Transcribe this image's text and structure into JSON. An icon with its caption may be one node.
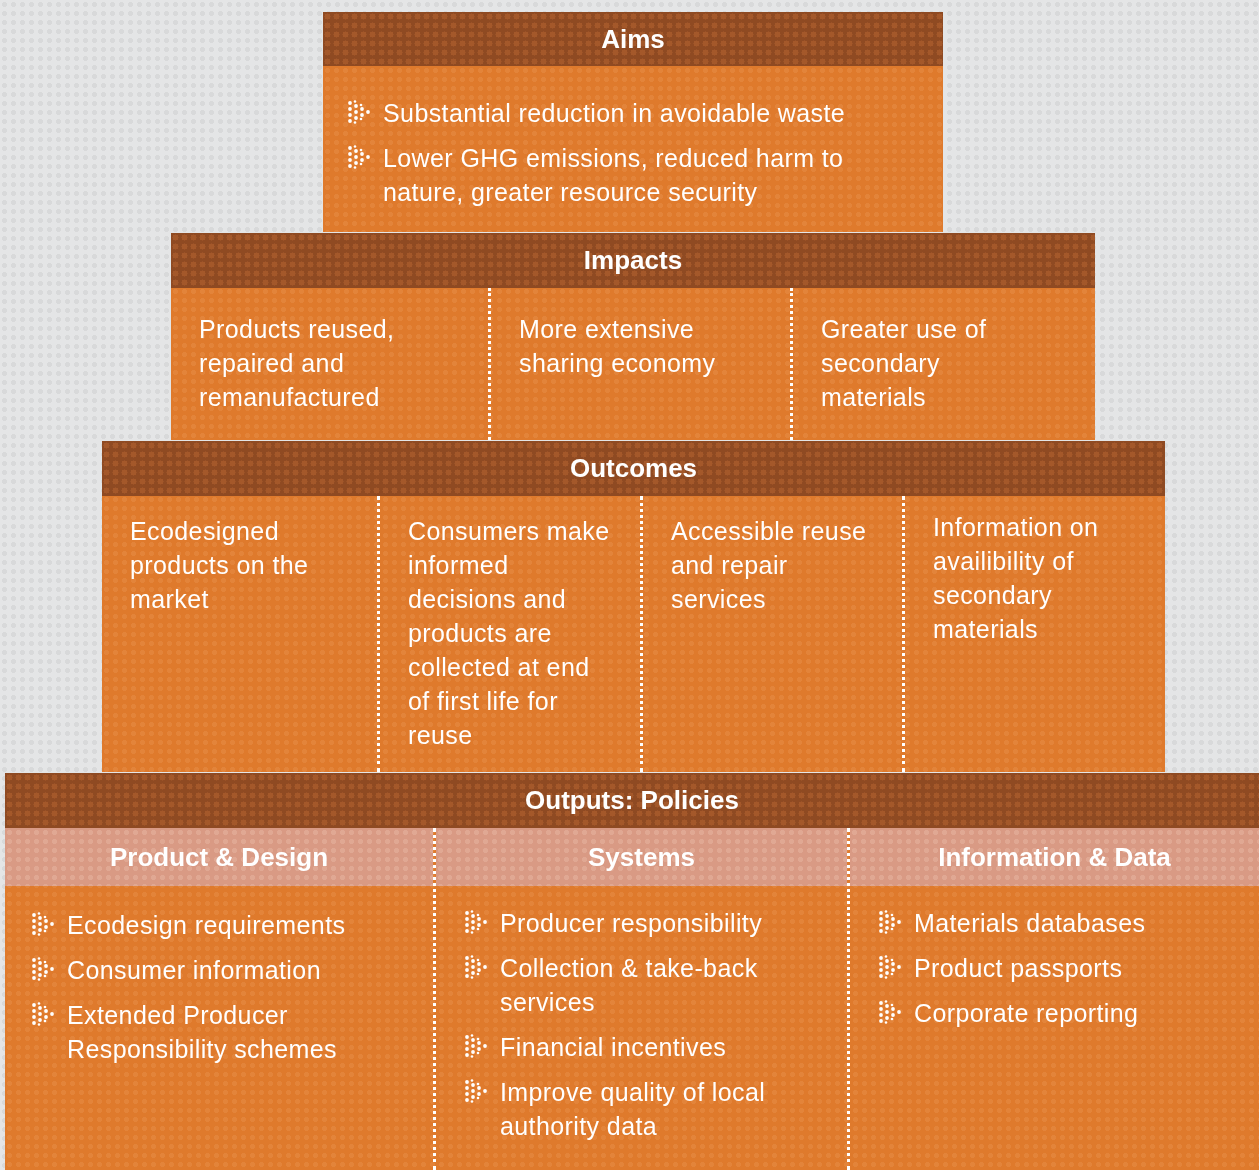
{
  "diagram": {
    "nodes": [
      {
        "text": [
          "Aims",
          "Substantial reduction in avoidable waste",
          "Lower GHG emissions, reduced harm to nature, greater resource security"
        ]
      },
      {
        "text": [
          "Impacts"
        ]
      },
      {
        "text": [
          "Products reused, repaired and remanufactured"
        ],
        "in": 1
      },
      {
        "text": [
          "More extensive sharing economy"
        ],
        "in": 1
      },
      {
        "text": [
          "Greater use of secondary materials"
        ],
        "in": 1
      },
      {
        "text": [
          "Outcomes"
        ]
      },
      {
        "text": [
          "Ecodesigned products on the market"
        ],
        "in": 5
      },
      {
        "text": [
          "Consumers make informed decisions and products are collected at end of first life for reuse"
        ],
        "in": 5
      },
      {
        "text": [
          "Accessible reuse and repair services"
        ],
        "in": 5
      },
      {
        "text": [
          "Information on availibility of secondary materials"
        ],
        "in": 5
      },
      {
        "text": [
          "Outputs: Policies"
        ]
      },
      {
        "text": [
          "Product & Design",
          "Ecodesign requirements",
          "Consumer information",
          "Extended Producer Responsibility schemes"
        ],
        "in": 10
      },
      {
        "text": [
          "Systems",
          "Producer responsibility",
          "Collection & take-back services",
          "Financial incentives",
          "Improve quality of local authority data"
        ],
        "in": 10
      },
      {
        "text": [
          "Information & Data",
          "Materials databases",
          "Product passports",
          "Corporate reporting"
        ],
        "in": 10
      }
    ]
  }
}
